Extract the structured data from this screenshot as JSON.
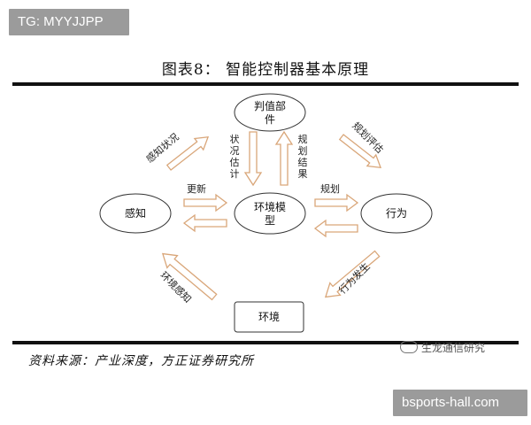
{
  "watermarks": {
    "tg": "TG: MYYJJPP",
    "site": "bsports-hall.com",
    "wechat": "生龙通信研究"
  },
  "figure": {
    "title": "图表8：  智能控制器基本原理",
    "source": "资料来源：产业深度，方正证券研究所"
  },
  "nodes": {
    "judge_line1": "判值部",
    "judge_line2": "件",
    "perception": "感知",
    "env_model_line1": "环境模",
    "env_model_line2": "型",
    "action": "行为",
    "environment": "环境"
  },
  "labels": {
    "perceive_status": "感知状况",
    "status_estimate": [
      "状",
      "况",
      "估",
      "计"
    ],
    "plan_result": [
      "规",
      "划",
      "结",
      "果"
    ],
    "plan_evaluate": "规划评估",
    "update": "更新",
    "plan": "规划",
    "env_sense": "环境感知",
    "action_occur": "行为发生"
  },
  "colors": {
    "arrow_stroke": "#d9a679",
    "node_stroke": "#333333",
    "rule": "#111111",
    "badge_bg": "#9b9b9b"
  }
}
